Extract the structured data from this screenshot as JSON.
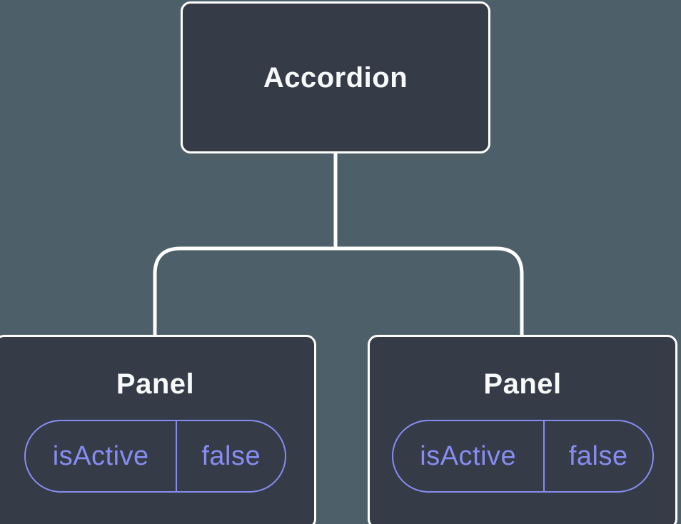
{
  "theme": {
    "background": "#4D6069",
    "node_fill": "#353B47",
    "node_border": "#FFFFFF",
    "accent": "#878DF0",
    "label_color": "#F7F9FB"
  },
  "diagram": {
    "root": {
      "label": "Accordion"
    },
    "panels": [
      {
        "label": "Panel",
        "state_key": "isActive",
        "state_value": "false"
      },
      {
        "label": "Panel",
        "state_key": "isActive",
        "state_value": "false"
      }
    ]
  }
}
